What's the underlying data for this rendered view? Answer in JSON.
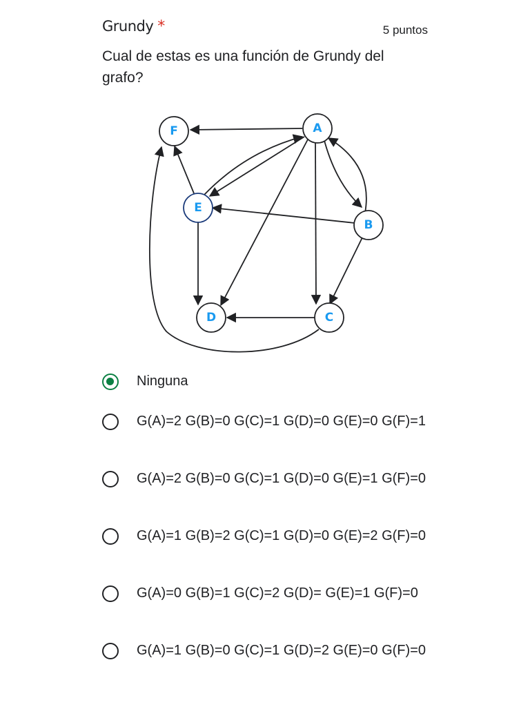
{
  "question": {
    "title": "Grundy",
    "required_mark": "*",
    "points": "5 puntos",
    "text": "Cual de estas es una función de Grundy del grafo?"
  },
  "graph": {
    "nodes": [
      "A",
      "B",
      "C",
      "D",
      "E",
      "F"
    ],
    "edges": [
      [
        "A",
        "F"
      ],
      [
        "A",
        "E"
      ],
      [
        "E",
        "A"
      ],
      [
        "A",
        "B"
      ],
      [
        "B",
        "A"
      ],
      [
        "A",
        "D"
      ],
      [
        "A",
        "C"
      ],
      [
        "B",
        "E"
      ],
      [
        "B",
        "C"
      ],
      [
        "E",
        "F"
      ],
      [
        "E",
        "D"
      ],
      [
        "C",
        "D"
      ],
      [
        "C",
        "F"
      ]
    ]
  },
  "options": [
    {
      "label": "Ninguna",
      "selected": true
    },
    {
      "label": "G(A)=2 G(B)=0 G(C)=1 G(D)=0 G(E)=0 G(F)=1",
      "selected": false
    },
    {
      "label": "G(A)=2 G(B)=0 G(C)=1 G(D)=0 G(E)=1 G(F)=0",
      "selected": false
    },
    {
      "label": "G(A)=1 G(B)=2 G(C)=1 G(D)=0 G(E)=2 G(F)=0",
      "selected": false
    },
    {
      "label": "G(A)=0 G(B)=1 G(C)=2 G(D)= G(E)=1 G(F)=0",
      "selected": false
    },
    {
      "label": "G(A)=1 G(B)=0 G(C)=1 G(D)=2 G(E)=0 G(F)=0",
      "selected": false
    }
  ],
  "colors": {
    "selected": "#0b8043",
    "required": "#d93025",
    "node_label": "#1a9af0"
  }
}
